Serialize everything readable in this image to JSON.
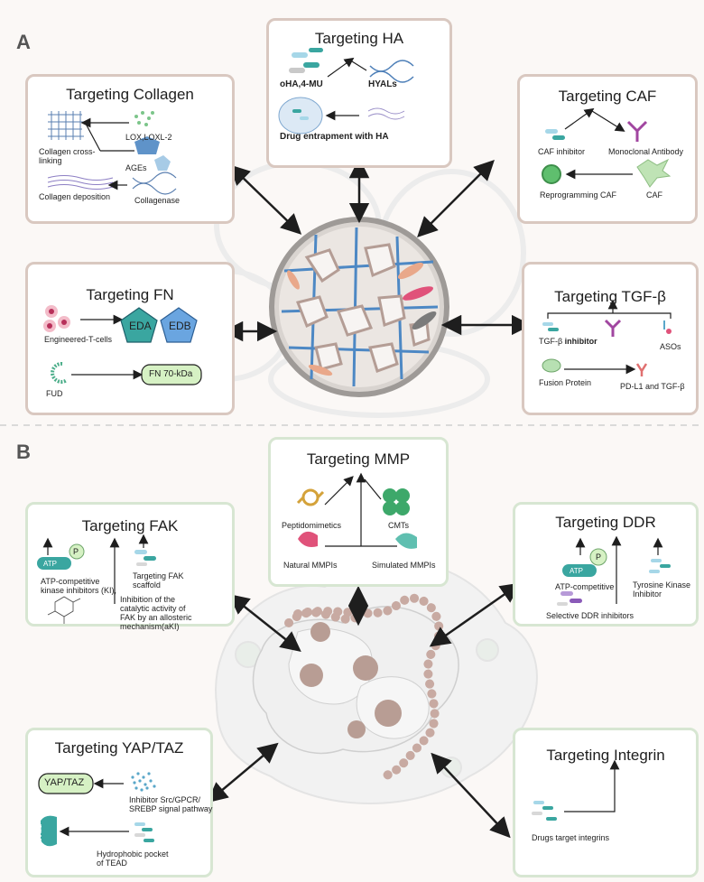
{
  "panels": {
    "a": "A",
    "b": "B"
  },
  "collagen": {
    "title": "Targeting Collagen",
    "crosslink": "Collagen cross-\nlinking",
    "lox": "LOX,LOXL-2",
    "ages": "AGEs",
    "deposition": "Collagen deposition",
    "collagenase": "Collagenase"
  },
  "ha": {
    "title": "Targeting HA",
    "oha": "oHA,4-MU",
    "hyals": "HYALs",
    "entrap": "Drug entrapment with HA"
  },
  "caf": {
    "title": "Targeting CAF",
    "inhibitor": "CAF inhibitor",
    "antibody": "Monoclonal Antibody",
    "reprog": "Reprogramming CAF",
    "caf": "CAF"
  },
  "fn": {
    "title": "Targeting FN",
    "tcells": "Engineered-T-cells",
    "eda": "EDA",
    "edb": "EDB",
    "fud": "FUD",
    "fn70": "FN 70-kDa"
  },
  "tgf": {
    "title": "Targeting TGF-β",
    "inhibitor_a": "TGF-β ",
    "inhibitor_b": "inhibitor",
    "asos": "ASOs",
    "fusion": "Fusion Protein",
    "pdl1": "PD-L1 and TGF-β"
  },
  "mmp": {
    "title": "Targeting MMP",
    "pepti": "Peptidomimetics",
    "cmts": "CMTs",
    "natural": "Natural MMPIs",
    "simulated": "Simulated MMPIs"
  },
  "fak": {
    "title": "Targeting FAK",
    "atp": "ATP",
    "p": "P",
    "ki": "ATP-competitive\nkinase inhibitors (KI),",
    "scaffold": "Targeting FAK\nscaffold",
    "aki": "Inhibition of the\ncatalytic activity of\nFAK by an allosteric\nmechanism(aKI)"
  },
  "ddr": {
    "title": "Targeting DDR",
    "atp": "ATP",
    "p": "P",
    "atpcomp": "ATP-competitive",
    "tki": "Tyrosine Kinase\nInhibitor",
    "selective": "Selective DDR inhibitors"
  },
  "yap": {
    "title": "Targeting YAP/TAZ",
    "yaptaz": "YAP/TAZ",
    "inhib": "Inhibitor Src/GPCR/\nSREBP signal pathway",
    "tead": "TEAD",
    "pocket": "Hydrophobic pocket\nof TEAD"
  },
  "integrin": {
    "title": "Targeting Integrin",
    "drugs": "Drugs target integrins"
  },
  "colors": {
    "borderA": "#d9c8c0",
    "borderB": "#d7e6d2",
    "teal": "#3aa6a0",
    "lightgreen": "#d6f1c4",
    "blue": "#5aa7c9",
    "pink": "#e0527a",
    "purple": "#8a5ab8"
  }
}
